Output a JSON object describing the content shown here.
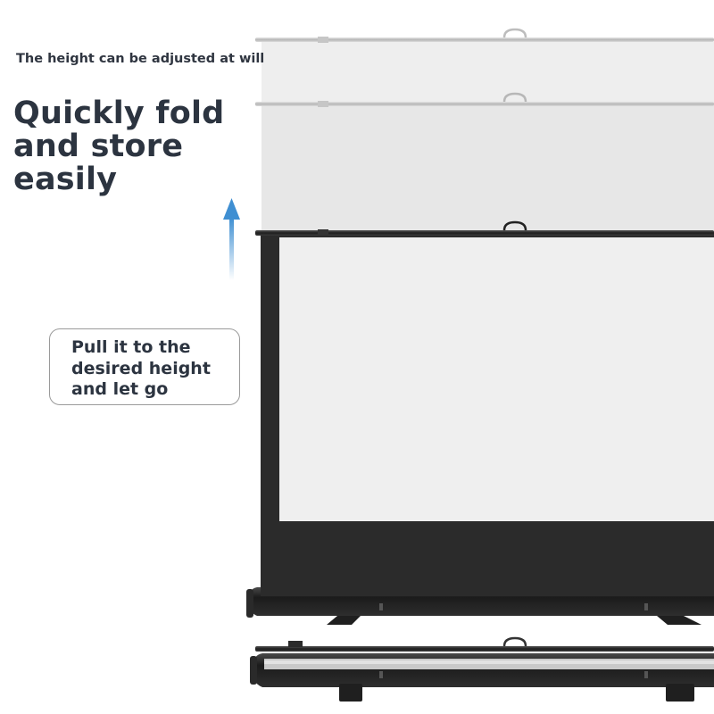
{
  "caption": "The height can be adjusted at will",
  "headline": "Quickly fold\nand store\neasily",
  "callout": "Pull it to the\ndesired height\nand let go",
  "colors": {
    "text": "#2c3440",
    "arrow": "#3f8fd2",
    "screen_frame": "#2b2b2b",
    "screen_surface": "#efefef"
  }
}
